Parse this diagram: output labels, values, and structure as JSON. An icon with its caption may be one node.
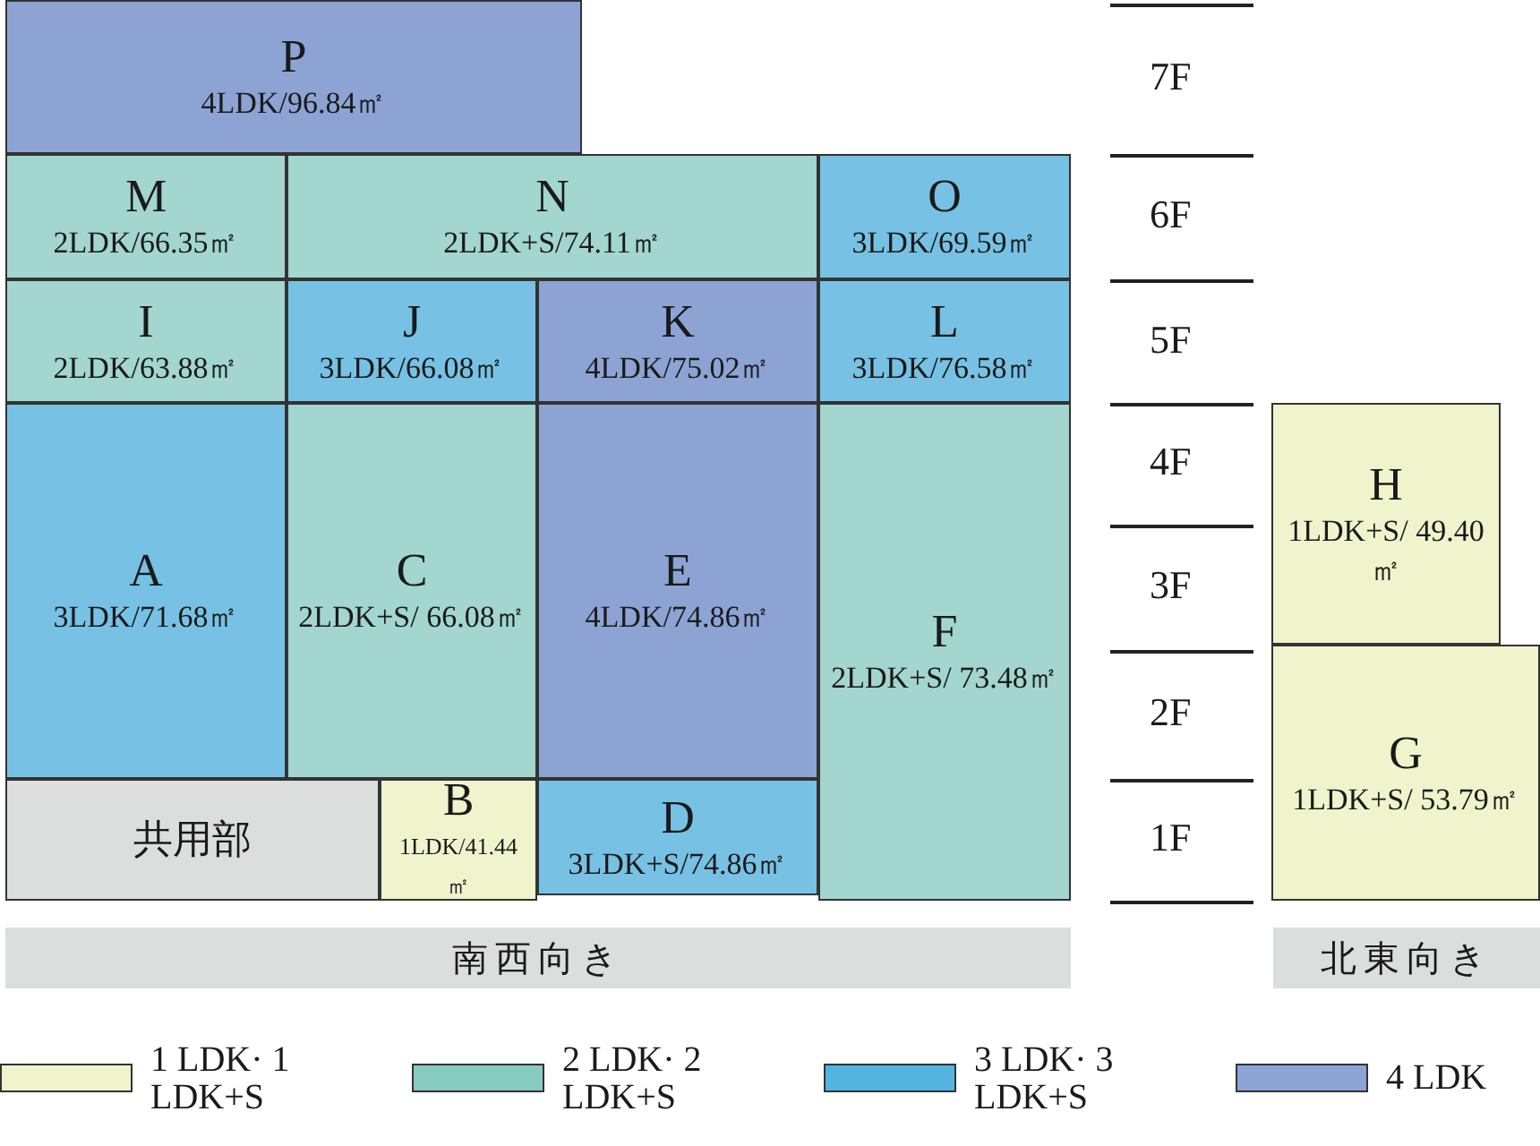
{
  "diagram": {
    "nodes": [
      {
        "text": [
          "P",
          "4LDK/96.84㎡"
        ]
      },
      {
        "text": [
          "M",
          "2LDK/66.35㎡"
        ]
      },
      {
        "text": [
          "N",
          "2LDK+S/74.11㎡"
        ]
      },
      {
        "text": [
          "O",
          "3LDK/69.59㎡"
        ]
      },
      {
        "text": [
          "I",
          "2LDK/63.88㎡"
        ]
      },
      {
        "text": [
          "J",
          "3LDK/66.08㎡"
        ]
      },
      {
        "text": [
          "K",
          "4LDK/75.02㎡"
        ]
      },
      {
        "text": [
          "L",
          "3LDK/76.58㎡"
        ]
      },
      {
        "text": [
          "A",
          "3LDK/71.68㎡"
        ]
      },
      {
        "text": [
          "C",
          "2LDK+S/ 66.08㎡"
        ]
      },
      {
        "text": [
          "E",
          "4LDK/74.86㎡"
        ]
      },
      {
        "text": [
          "F",
          "2LDK+S/ 73.48㎡"
        ]
      },
      {
        "text": [
          "共用部"
        ]
      },
      {
        "text": [
          "B",
          "1LDK/41.44㎡"
        ]
      },
      {
        "text": [
          "D",
          "3LDK+S/74.86㎡"
        ]
      },
      {
        "text": [
          "H",
          "1LDK+S/ 49.40㎡"
        ]
      },
      {
        "text": [
          "G",
          "1LDK+S/ 53.79㎡"
        ]
      },
      {
        "text": [
          "南西向き"
        ]
      },
      {
        "text": [
          "北東向き"
        ]
      }
    ],
    "edges": [],
    "labels": [
      "7F",
      "6F",
      "5F",
      "4F",
      "3F",
      "2F",
      "1F"
    ],
    "legend": [
      {
        "text": "1 LDK· 1 LDK+S",
        "color": "#eff4cc"
      },
      {
        "text": "2 LDK· 2 LDK+S",
        "color": "#88cbbf"
      },
      {
        "text": "3 LDK· 3 LDK+S",
        "color": "#55b3e0"
      },
      {
        "text": "4 LDK",
        "color": "#8ca3d4"
      }
    ]
  }
}
